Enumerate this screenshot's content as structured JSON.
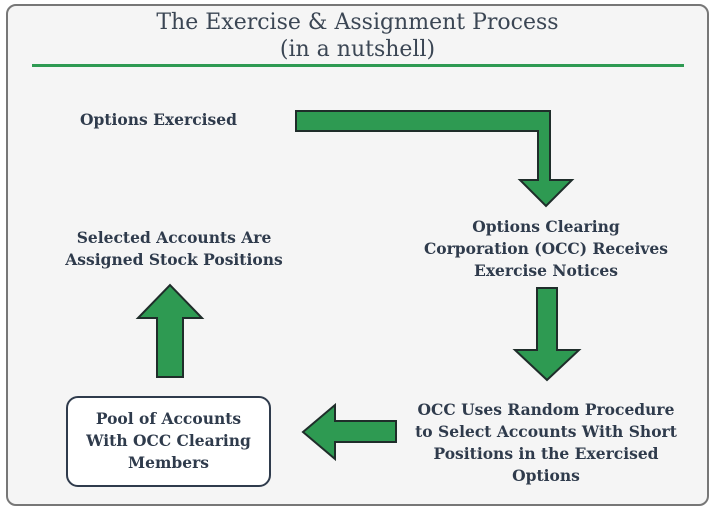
{
  "title": {
    "line1": "The Exercise & Assignment Process",
    "line2": "(in a nutshell)"
  },
  "steps": {
    "options_exercised": "Options Exercised",
    "occ_receives": [
      "Options Clearing",
      "Corporation (OCC) Receives",
      "Exercise Notices"
    ],
    "occ_random": [
      "OCC Uses Random Procedure",
      "to Select Accounts With Short",
      "Positions in the Exercised",
      "Options"
    ],
    "pool": [
      "Pool of Accounts",
      "With OCC Clearing",
      "Members"
    ],
    "assigned": [
      "Selected Accounts Are",
      "Assigned Stock Positions"
    ]
  },
  "colors": {
    "arrow_fill": "#2e9a52",
    "arrow_stroke": "#1f2d2a",
    "text": "#2f3b4c"
  }
}
